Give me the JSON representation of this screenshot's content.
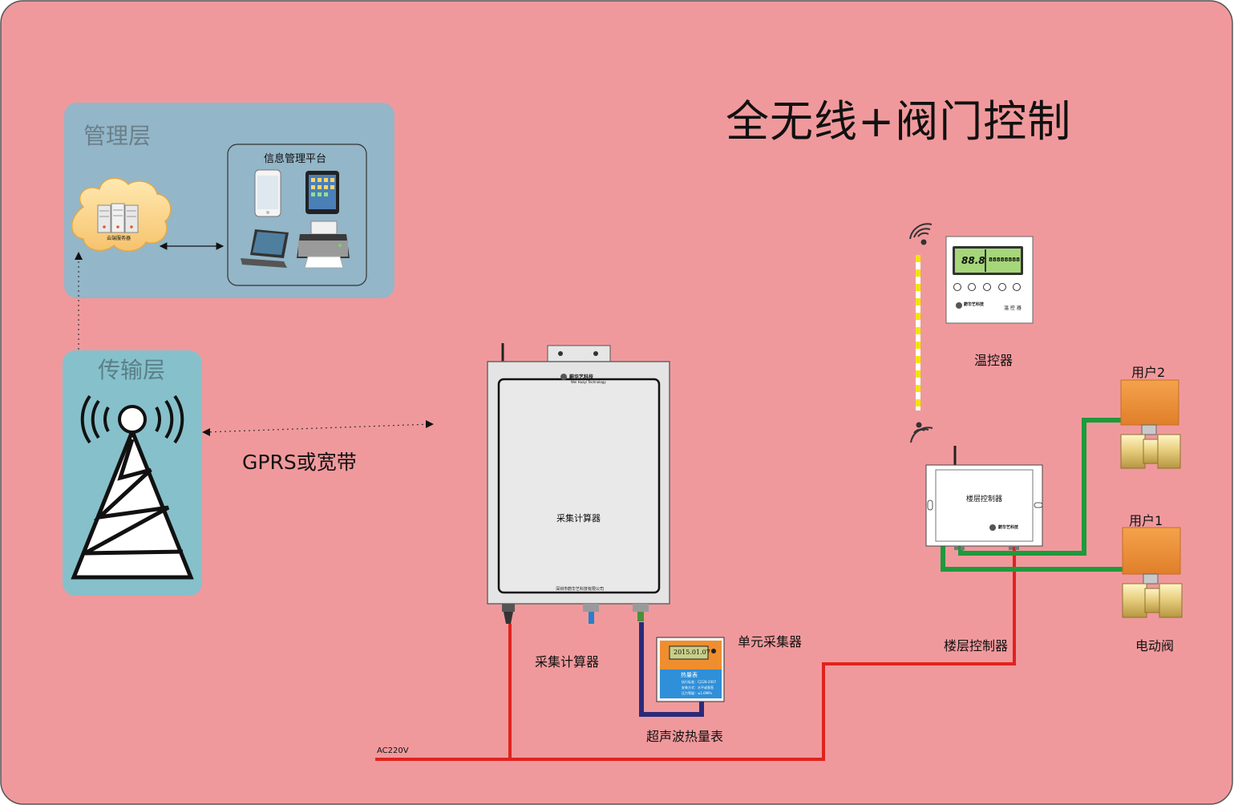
{
  "title": "全无线+阀门控制",
  "layers": {
    "management": {
      "label": "管理层",
      "platform_title": "信息管理平台",
      "server_caption": "云端服务器"
    },
    "transport": {
      "label": "传输层"
    }
  },
  "link_label": "GPRS或宽带",
  "collector": {
    "brand": "蔚华艺科技",
    "brand_en": "Wei Huayi Technology",
    "panel_label": "采集计算器",
    "company": "深圳市蔚华艺科技有限公司",
    "caption": "采集计算器"
  },
  "meter": {
    "display": "2015.01.07",
    "name": "热量表",
    "spec_lines": [
      "执行标准：CJ128-2007",
      "安装方式：水平或垂直",
      "压力等级：≤1.6MPa"
    ],
    "caption_unit": "单元采集器",
    "caption": "超声波热量表"
  },
  "thermostat": {
    "readout": "88.8",
    "readout_right": "88888888",
    "brand": "蔚华艺科技",
    "model": "温 控 器",
    "caption": "温控器"
  },
  "floor_controller": {
    "panel_label": "楼层控制器",
    "brand": "蔚华艺科技",
    "caption": "楼层控制器"
  },
  "valves": {
    "user2": "用户2",
    "user1": "用户1",
    "caption": "电动阀"
  },
  "power_label": "AC220V",
  "colors": {
    "background": "#f0999c",
    "management_box": "#93b6c8",
    "transport_box": "#86c0cb",
    "power_line": "#e0221e",
    "bus_line": "#1d9a3c",
    "meter_line": "#2a2a7a",
    "wireless_dash": "#f5e400"
  }
}
